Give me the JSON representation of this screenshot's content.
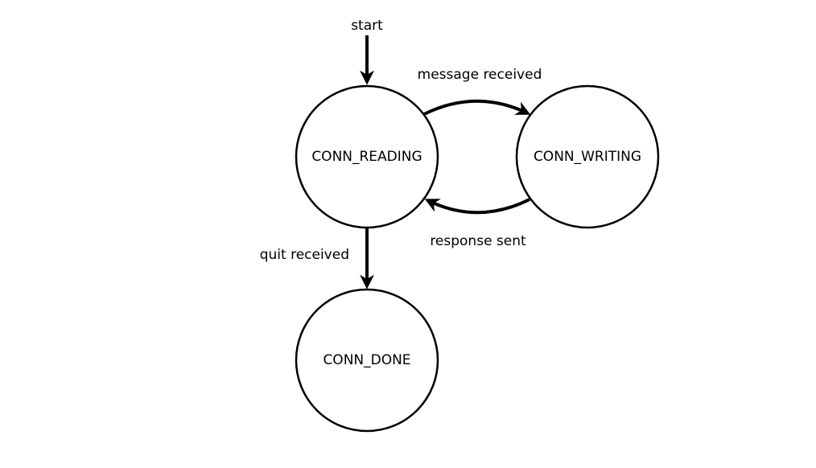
{
  "diagram": {
    "type": "state-machine",
    "colors": {
      "stroke": "#000000",
      "background": "#ffffff",
      "text": "#000000"
    },
    "states": {
      "reading": "CONN_READING",
      "writing": "CONN_WRITING",
      "done": "CONN_DONE"
    },
    "transitions": {
      "start": "start",
      "message_received": "message received",
      "response_sent": "response sent",
      "quit_received": "quit received"
    }
  }
}
